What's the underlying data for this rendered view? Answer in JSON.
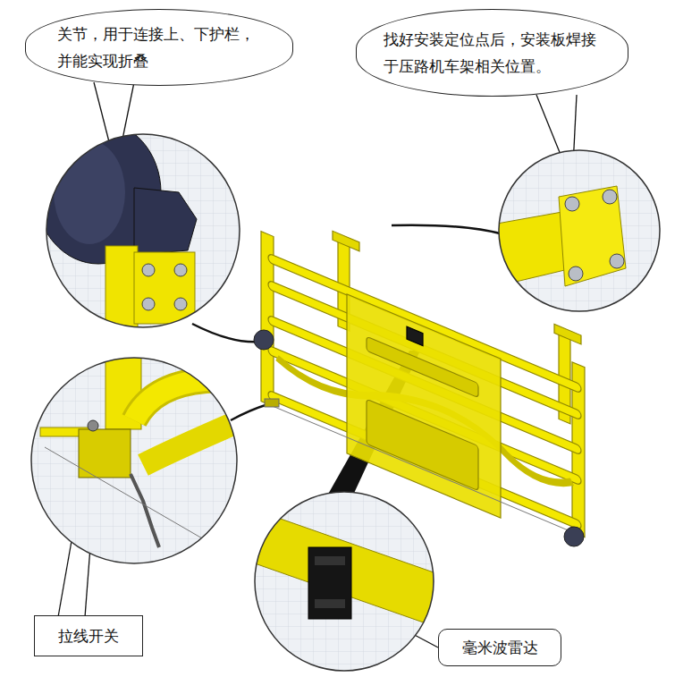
{
  "diagram": {
    "nodes": [
      {
        "text": [
          "关节，用于连接上、下护栏，并能实现折叠"
        ]
      },
      {
        "text": [
          "找好安装定位点后，安装板焊接于压路机车架相关位置。"
        ]
      },
      {
        "text": [
          "拉线开关"
        ]
      },
      {
        "text": [
          "毫米波雷达"
        ]
      }
    ]
  }
}
